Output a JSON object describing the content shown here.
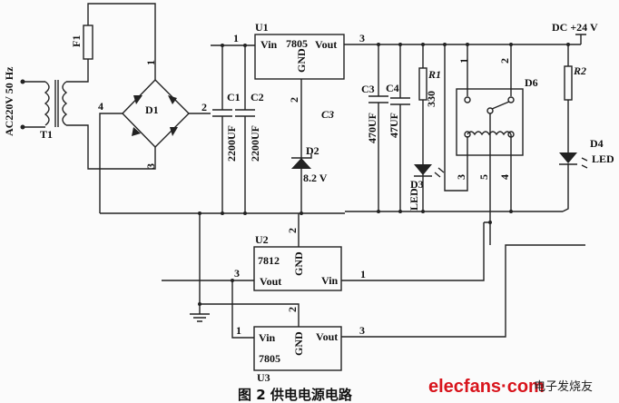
{
  "source": {
    "label": "AC220V 50 Hz",
    "transformer": "T1",
    "fuse": "F1"
  },
  "bridge": {
    "label": "D1",
    "pins": [
      "1",
      "2",
      "3",
      "4"
    ]
  },
  "capacitors": [
    {
      "name": "C1",
      "value": "2200UF"
    },
    {
      "name": "C2",
      "value": "2200UF"
    },
    {
      "name": "C3",
      "value": "470UF"
    },
    {
      "name": "C4",
      "value": "47UF"
    }
  ],
  "stray_label": "C3",
  "regulators": [
    {
      "ref": "U1",
      "part": "7805",
      "vin": "Vin",
      "vout": "Vout",
      "gnd": "GND",
      "pin_in": "1",
      "pin_gnd": "2",
      "pin_out": "3"
    },
    {
      "ref": "U2",
      "part": "7812",
      "vin": "Vin",
      "vout": "Vout",
      "gnd": "GND",
      "pin_in": "1",
      "pin_gnd": "2",
      "pin_out": "3"
    },
    {
      "ref": "U3",
      "part": "7805",
      "vin": "Vin",
      "vout": "Vout",
      "gnd": "GND",
      "pin_in": "1",
      "pin_gnd": "2",
      "pin_out": "3"
    }
  ],
  "zener": {
    "ref": "D2",
    "value": "8.2 V"
  },
  "resistors": [
    {
      "ref": "R1",
      "value": "330"
    },
    {
      "ref": "R2",
      "value": ""
    }
  ],
  "leds": [
    {
      "ref": "D3",
      "label": "LED"
    },
    {
      "ref": "D4",
      "label": "LED"
    }
  ],
  "relay": {
    "ref": "D6",
    "pins": [
      "1",
      "2",
      "3",
      "4",
      "5"
    ]
  },
  "supply_label": "DC +24 V",
  "caption": "图 2   供电电源电路",
  "watermark": {
    "site": "elecfans·com",
    "cn": "电子发烧友"
  }
}
